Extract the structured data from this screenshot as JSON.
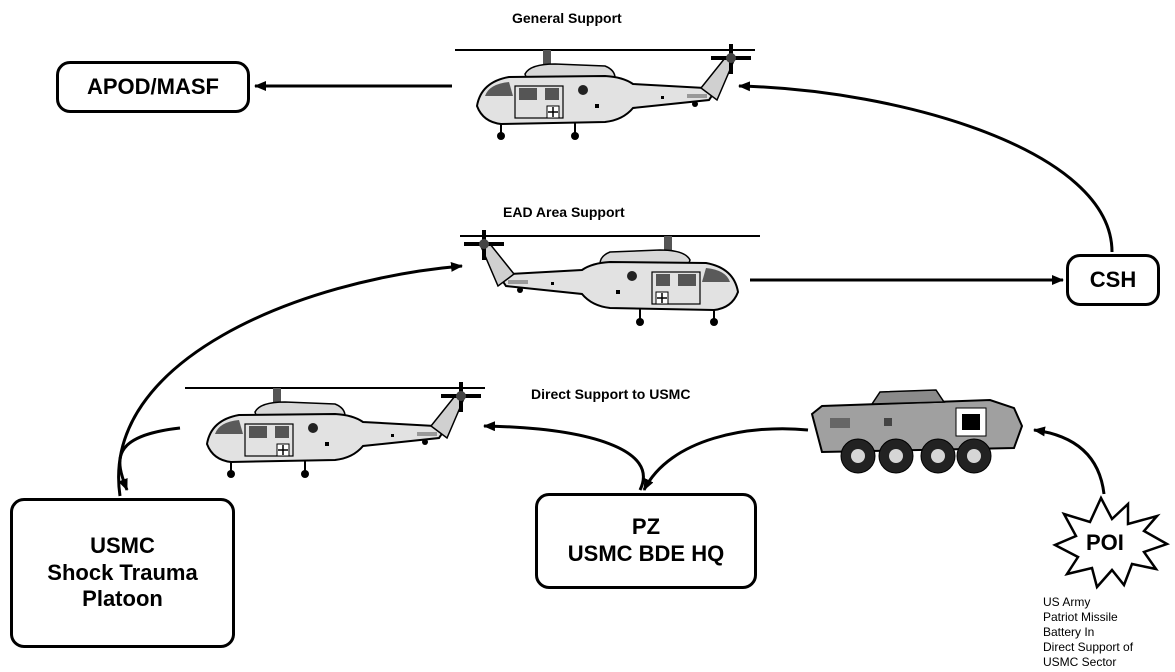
{
  "nodes": {
    "apod": "APOD/MASF",
    "csh": "CSH",
    "usmc_platoon": [
      "USMC",
      "Shock Trauma",
      "Platoon"
    ],
    "pz": [
      "PZ",
      "USMC BDE HQ"
    ],
    "poi": "POI"
  },
  "labels": {
    "general_support": "General Support",
    "ead_area_support": "EAD Area Support",
    "direct_support": "Direct Support to USMC"
  },
  "poi_note": [
    "US Army",
    "Patriot Missile",
    "Battery In",
    "Direct Support of",
    "USMC Sector"
  ],
  "icons": [
    "helicopter-icon",
    "armored-vehicle-icon",
    "starburst-icon"
  ],
  "colors": {
    "line": "#000000",
    "vehicle": "#888888",
    "background": "#ffffff"
  }
}
